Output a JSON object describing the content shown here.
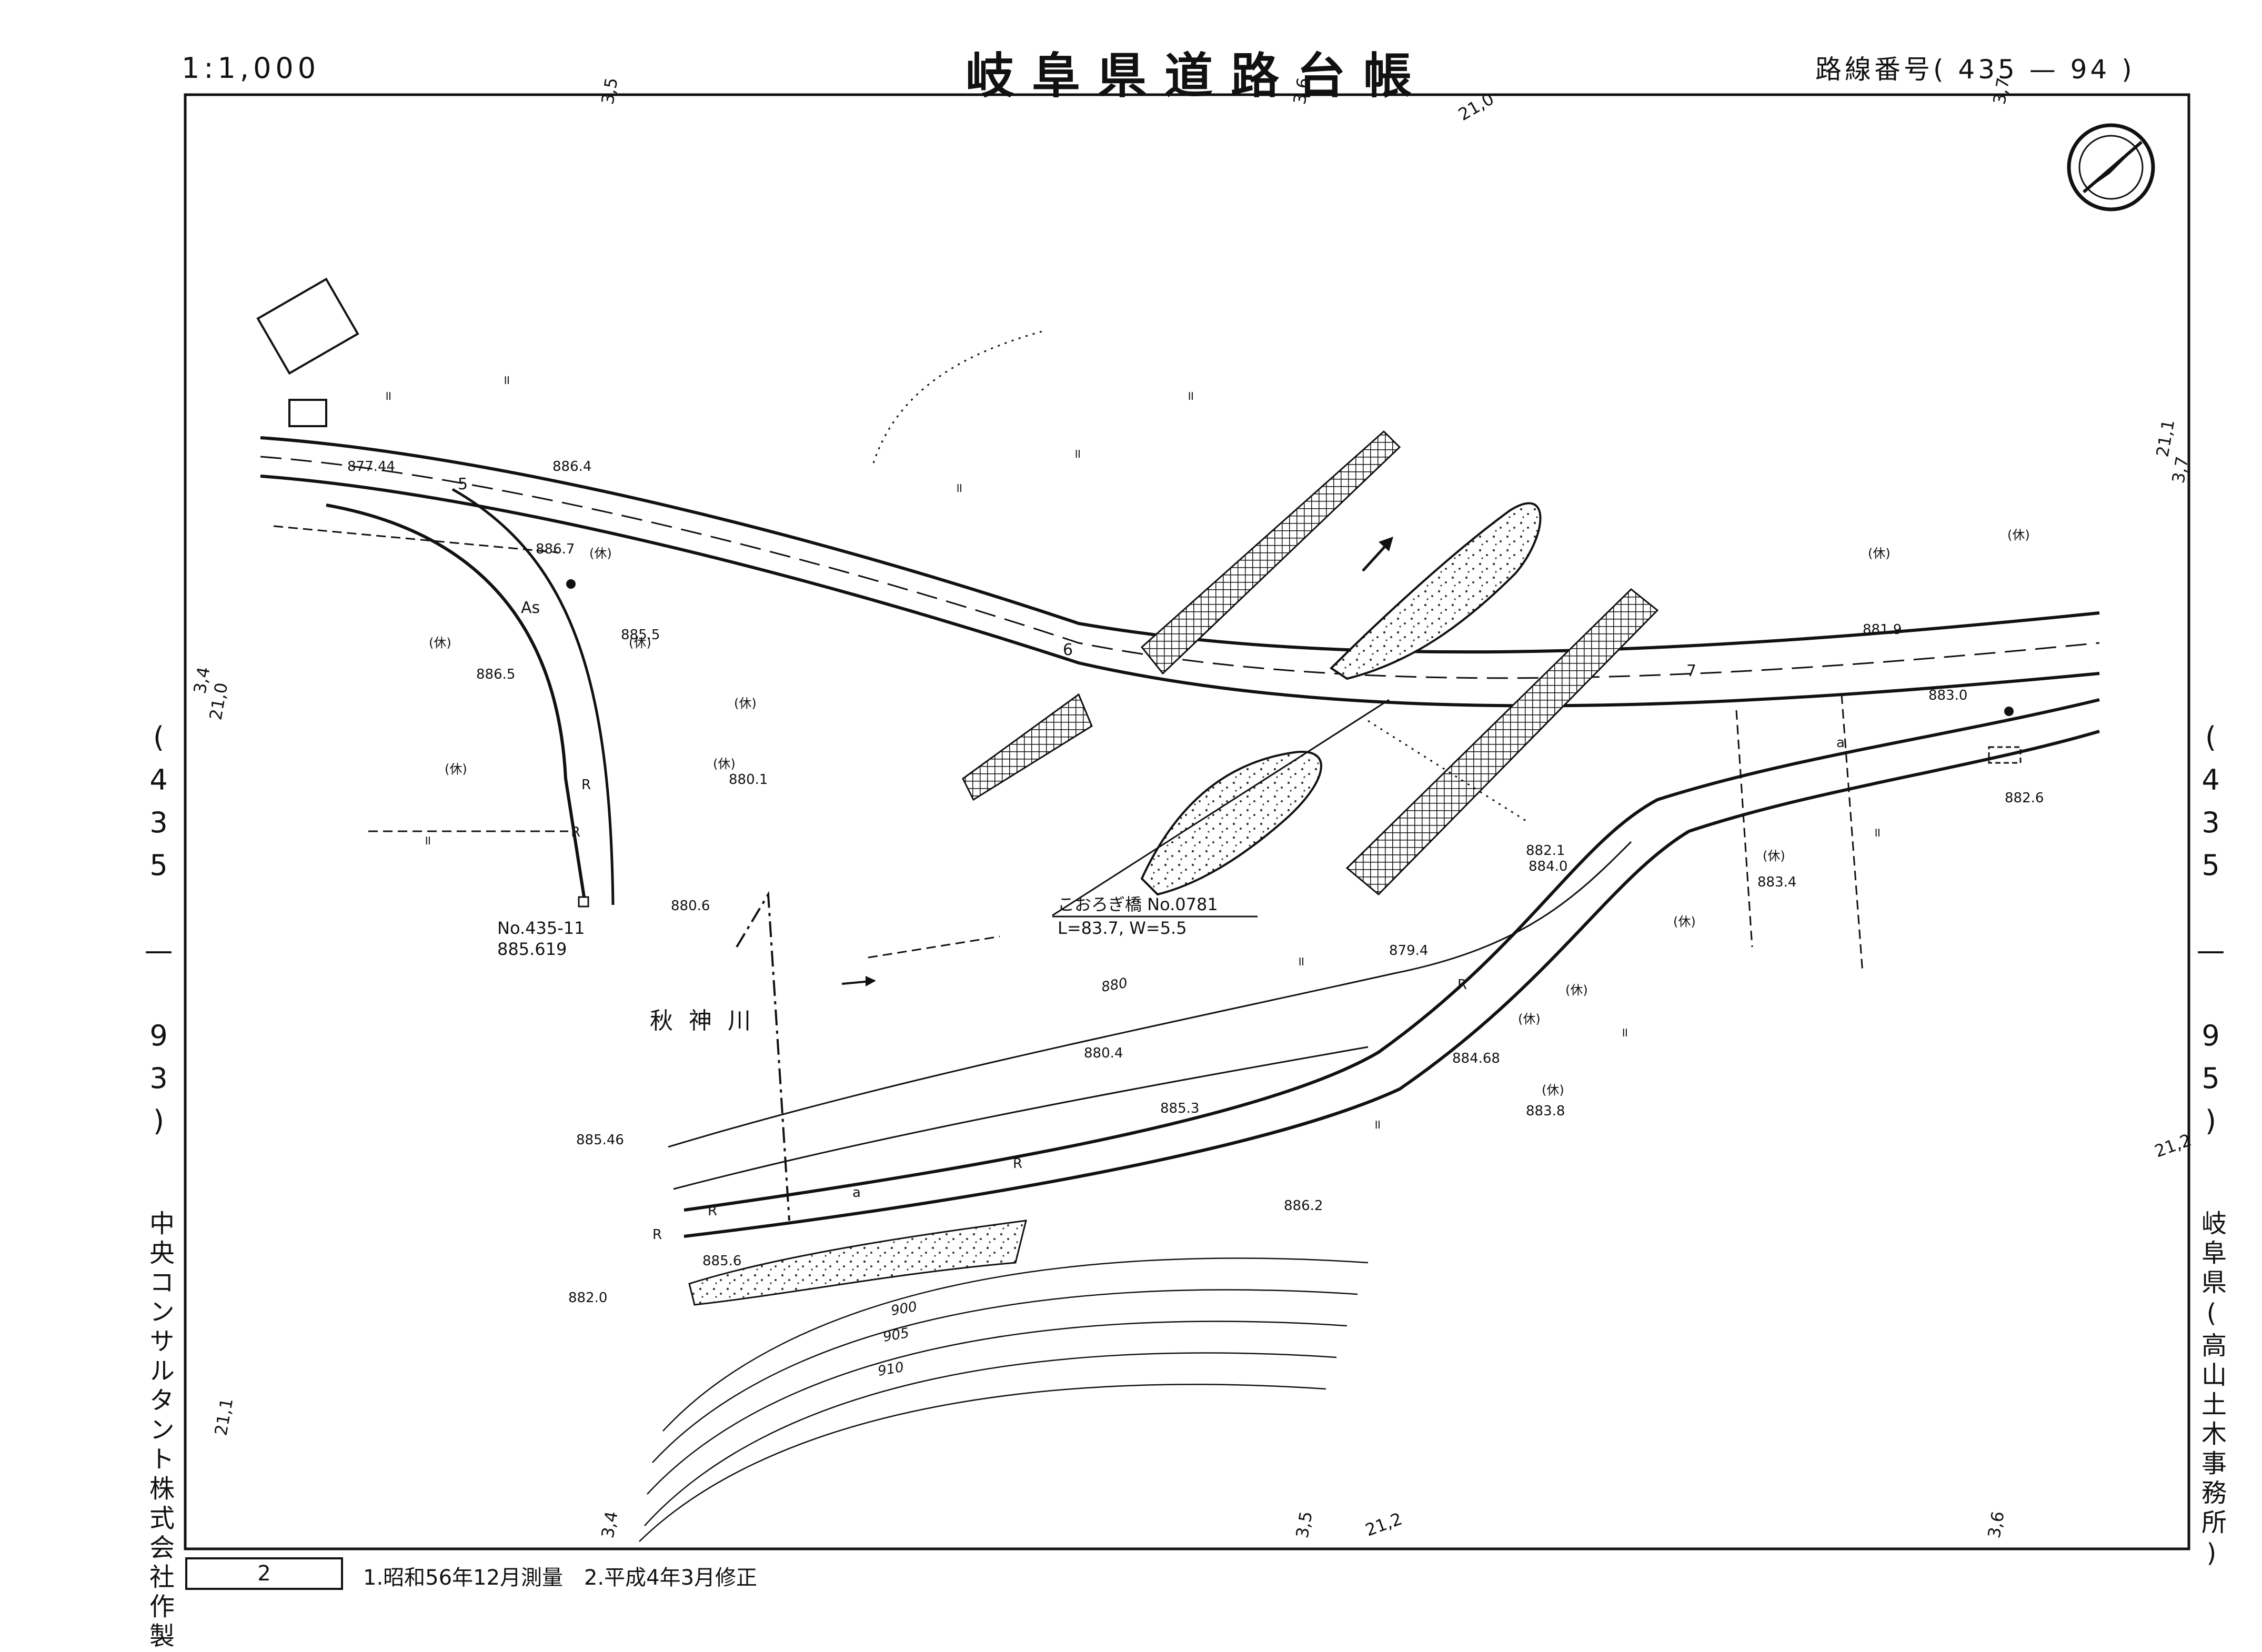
{
  "header": {
    "scale": "1:1,000",
    "title": "岐阜県道路台帳",
    "route_label": "路線番号(",
    "route_number": "435 — 94",
    "route_close": ")"
  },
  "side": {
    "left_route": "(435 — 93)",
    "right_route": "(435 — 95)",
    "maker": "中央コンサルタント株式会社作製",
    "office": "岐阜県(高山土木事務所)"
  },
  "footer": {
    "sheet_number": "2",
    "notes": "1.昭和56年12月測量　2.平成4年3月修正"
  },
  "map": {
    "north_arrow": "north-arrow-icon",
    "grid_labels": {
      "top_35": "3,5",
      "top_36": "3,6",
      "top_210": "21,0",
      "top_37": "3,7",
      "right_211": "21,1",
      "right_37": "3,7",
      "right_212": "21,2",
      "left_34": "3,4",
      "left_210": "21,0",
      "left_211": "21,1",
      "bottom_34": "3,4",
      "bottom_35": "3,5",
      "bottom_212": "21,2",
      "bottom_36": "3,6"
    },
    "bridge_label": "こおろぎ橋 No.0781",
    "bridge_dims": "L=83.7, W=5.5",
    "river_name": "秋神川",
    "benchmark_id": "No.435-11",
    "benchmark_elev": "885.619",
    "station_5": "5",
    "station_6": "6",
    "station_7": "7",
    "surface_as": "As",
    "elevations": {
      "e877": "877.44",
      "e886_4": "886.4",
      "e886_7": "886.7",
      "e885_5": "885.5",
      "e886_5": "886.5",
      "e880_1": "880.1",
      "e880_6": "880.6",
      "e881_9": "881.9",
      "e883_0": "883.0",
      "e882_6": "882.6",
      "e882_1": "882.1",
      "e884_0": "884.0",
      "e883_4": "883.4",
      "e879_4": "879.4",
      "e880_4": "880.4",
      "e884_68": "884.68",
      "e883_8": "883.8",
      "e885_3": "885.3",
      "e885_46": "885.46",
      "e886_2": "886.2",
      "e885_6": "885.6",
      "e882_0": "882.0"
    },
    "contours": {
      "c880": "880",
      "c900": "900",
      "c905": "905",
      "c910": "910"
    },
    "rest_label": "(休)",
    "field_mark": "॥",
    "road_mark_r": "R",
    "road_mark_a": "a"
  }
}
